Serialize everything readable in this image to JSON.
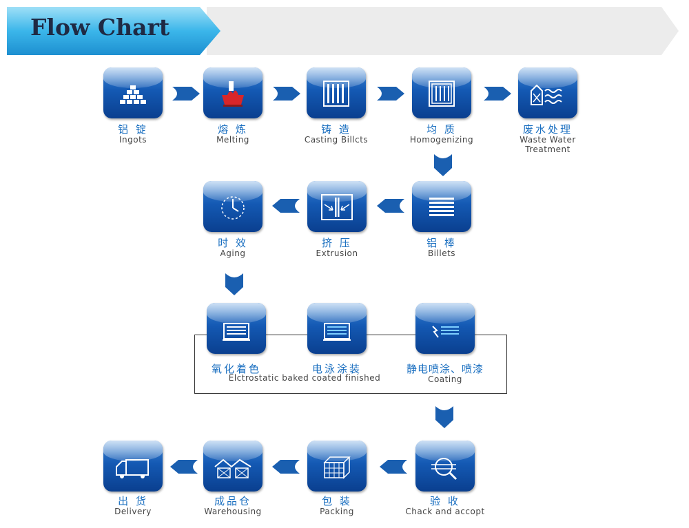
{
  "header": {
    "title": "Flow Chart"
  },
  "steps": {
    "ingots": {
      "zh": "铝 锭",
      "en": "Ingots",
      "icon": "ingot-stack-icon"
    },
    "melting": {
      "zh": "熔 炼",
      "en": "Melting",
      "icon": "furnace-icon"
    },
    "casting": {
      "zh": "铸 造",
      "en": "Casting Billcts",
      "icon": "billet-bars-icon"
    },
    "homogenizing": {
      "zh": "均 质",
      "en": "Homogenizing",
      "icon": "oven-rack-icon"
    },
    "waste": {
      "zh": "废水处理",
      "en": "Waste Water",
      "en2": "Treatment",
      "icon": "water-waves-icon"
    },
    "billets": {
      "zh": "铝 棒",
      "en": "Billets",
      "icon": "stacked-rods-icon"
    },
    "extrusion": {
      "zh": "挤 压",
      "en": "Extrusion",
      "icon": "press-icon"
    },
    "aging": {
      "zh": "时 效",
      "en": "Aging",
      "icon": "clock-icon"
    },
    "anodizing": {
      "zh": "氧化着色",
      "icon": "bath-rack-icon"
    },
    "electrophoresis": {
      "zh": "电泳涂装",
      "icon": "coating-tank-icon"
    },
    "powder": {
      "zh": "静电喷涂、喷漆",
      "en": "Coating",
      "icon": "spray-gun-icon"
    },
    "inspection": {
      "zh": "验 收",
      "en": "Chack and accopt",
      "icon": "magnifier-icon"
    },
    "packing": {
      "zh": "包 装",
      "en": "Packing",
      "icon": "crate-icon"
    },
    "warehousing": {
      "zh": "成品仓",
      "en": "Warehousing",
      "icon": "warehouse-icon"
    },
    "delivery": {
      "zh": "出 货",
      "en": "Delivery",
      "icon": "truck-icon"
    }
  },
  "surface_group": {
    "en": "Elctrostatic baked coated finished"
  },
  "colors": {
    "tile": "#1459b3",
    "arrow": "#1a5fb0",
    "label_zh": "#1a6fc0"
  }
}
